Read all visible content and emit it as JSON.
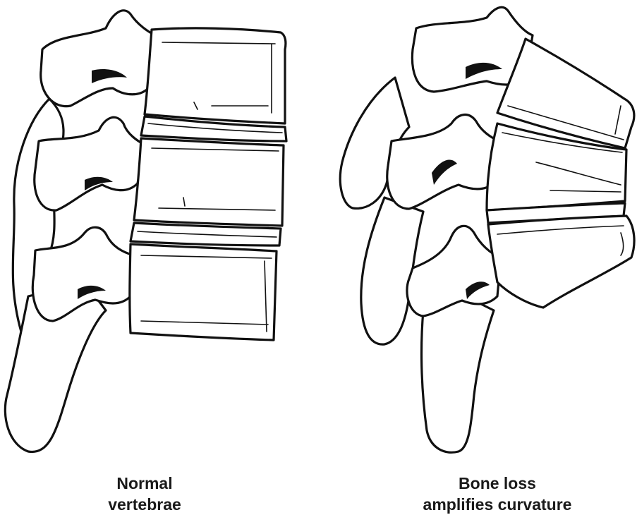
{
  "figure": {
    "left_panel": {
      "caption_line1": "Normal",
      "caption_line2": "vertebrae"
    },
    "right_panel": {
      "caption_line1": "Bone loss",
      "caption_line2": "amplifies curvature"
    }
  },
  "colors": {
    "ink": "#111111",
    "background": "#ffffff"
  }
}
